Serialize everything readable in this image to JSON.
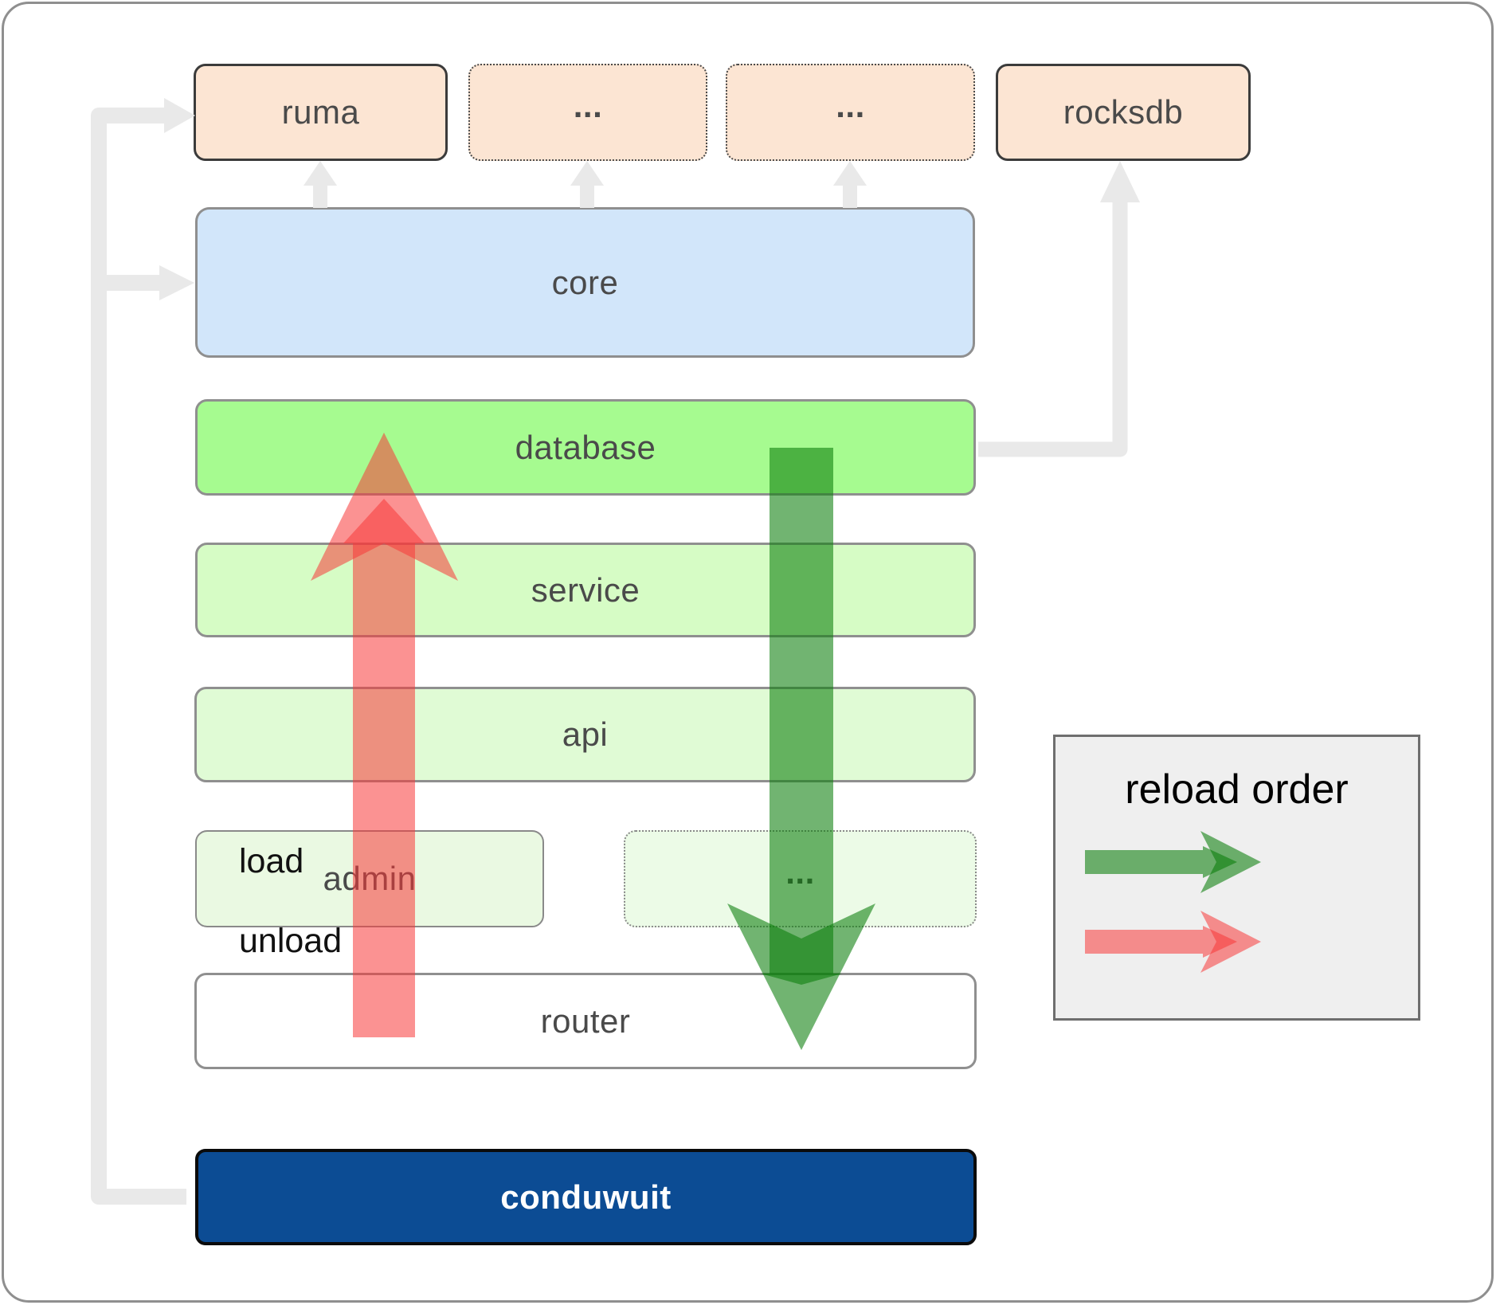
{
  "diagram": {
    "top_row": [
      {
        "label": "ruma"
      },
      {
        "label": "..."
      },
      {
        "label": "..."
      },
      {
        "label": "rocksdb"
      }
    ],
    "layers": {
      "core": "core",
      "database": "database",
      "service": "service",
      "api": "api",
      "admin": "admin",
      "admin_dots": "...",
      "router": "router"
    },
    "app": "conduwuit"
  },
  "legend": {
    "title": "reload order",
    "load_label": "load",
    "unload_label": "unload"
  },
  "colors": {
    "connector_gray": "#e9e9e9",
    "load_green": "rgba(10,125,10,0.58)",
    "unload_red": "rgba(247,57,57,0.55)",
    "box_peach": "#fce5d3",
    "box_core_blue": "#d2e6fa",
    "box_database_green": "#a6fb90",
    "box_service_green": "#d6fcc5",
    "box_api_green": "#e0fbd5",
    "box_admin_green": "#eaf9e2",
    "box_conduwuit_blue": "#0c4c94",
    "label_gray": "#4a4a4a"
  }
}
